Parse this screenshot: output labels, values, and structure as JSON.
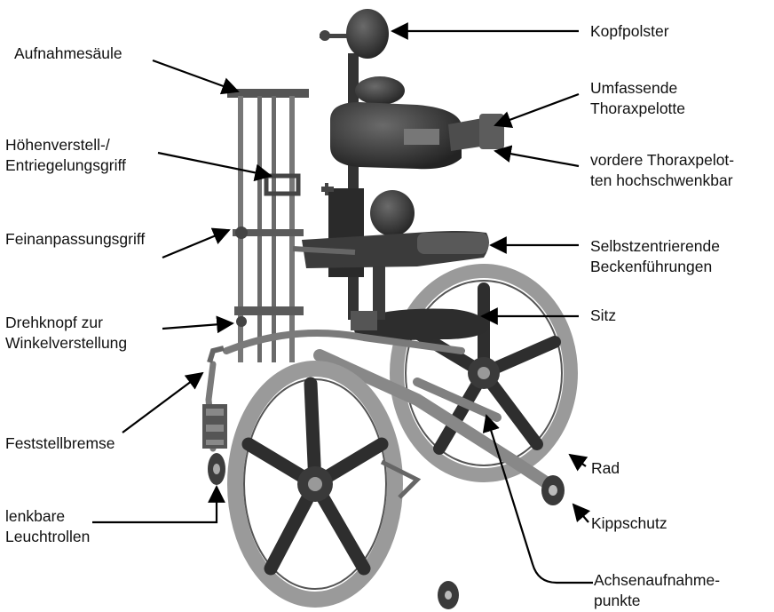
{
  "labels": {
    "aufnahmesaeule": [
      "Aufnahmesäule"
    ],
    "hoehenverstell": [
      "Höhenverstell-/",
      "Entriegelungsgriff"
    ],
    "feinanpassung": [
      "Feinanpassungsgriff"
    ],
    "drehknopf": [
      "Drehknopf zur",
      "Winkelverstellung"
    ],
    "feststellbremse": [
      "Feststellbremse"
    ],
    "leuchtrollen": [
      "lenkbare",
      "Leuchtrollen"
    ],
    "kopfpolster": [
      "Kopfpolster"
    ],
    "thoraxpelotte": [
      "Umfassende",
      "Thoraxpelotte"
    ],
    "vordere_thorax": [
      "vordere Thoraxpelot-",
      "ten hochschwenkbar"
    ],
    "beckenfuehrungen": [
      "Selbstzentrierende",
      "Beckenführungen"
    ],
    "sitz": [
      "Sitz"
    ],
    "rad": [
      "Rad"
    ],
    "kippschutz": [
      "Kippschutz"
    ],
    "achsenaufnahme": [
      "Achsenaufnahme-",
      "punkte"
    ]
  },
  "colors": {
    "text": "#111111",
    "arrow": "#000000",
    "frame": "#6e6e6e",
    "tire": "#8f8f8f",
    "spoke": "#2b2b2b",
    "pad": "#3c3c3c"
  }
}
